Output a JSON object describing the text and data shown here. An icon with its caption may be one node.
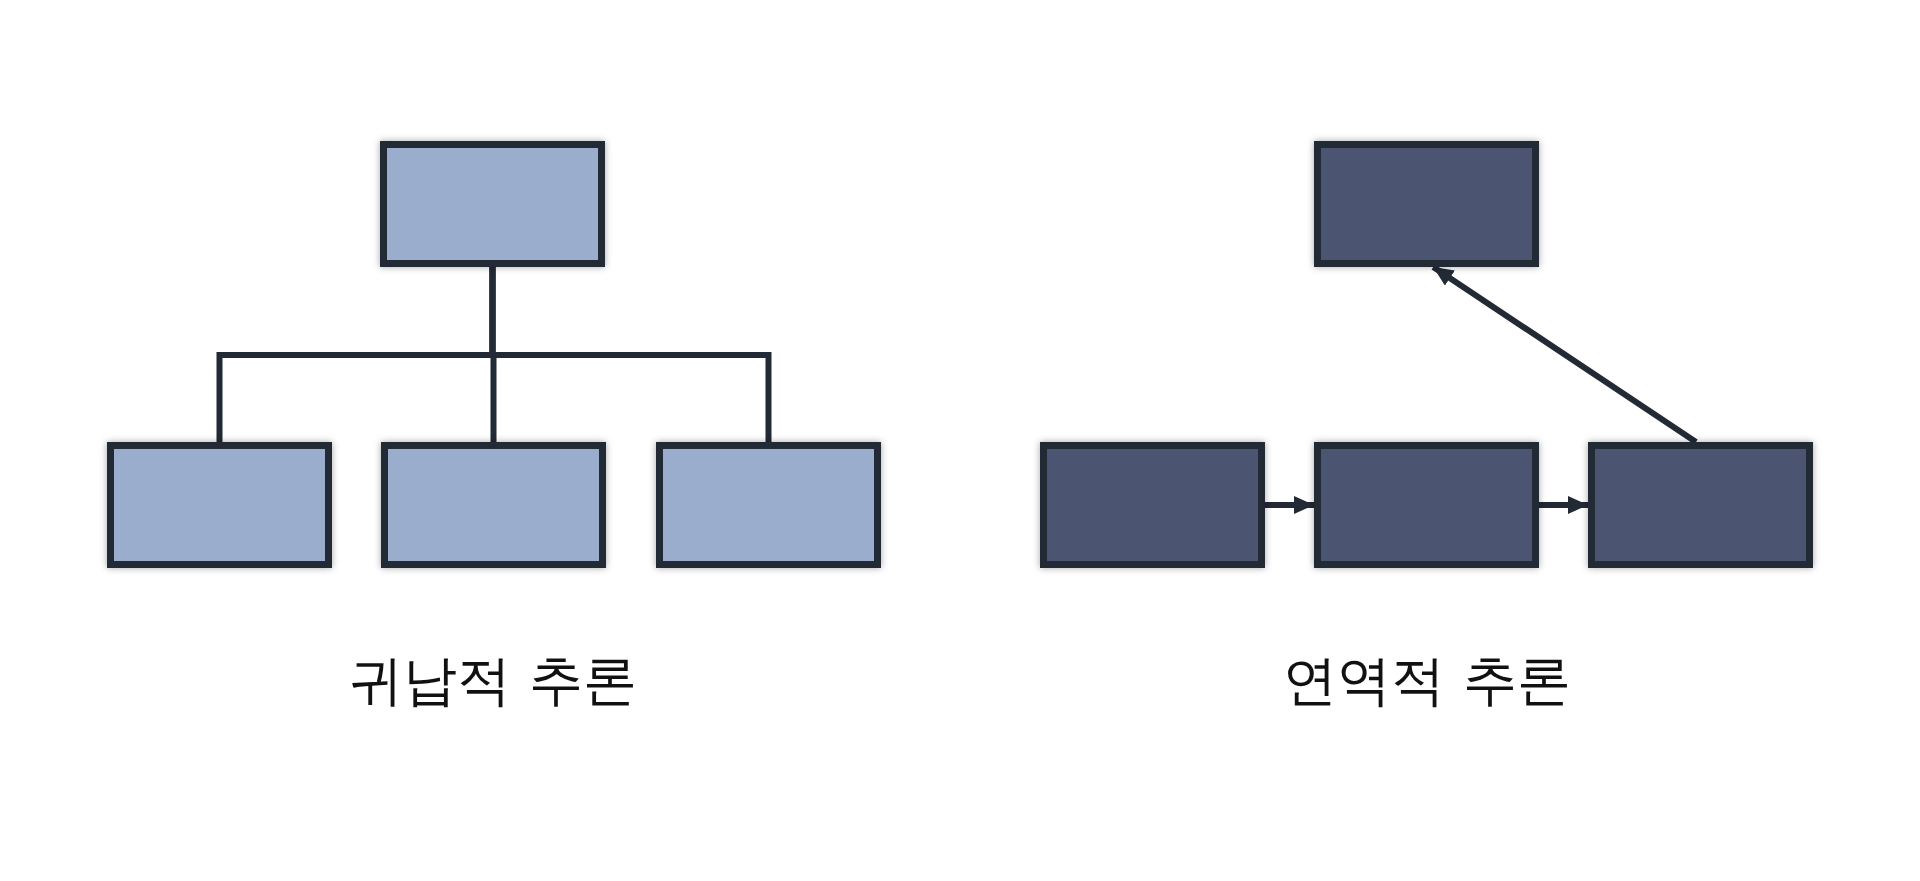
{
  "diagram": {
    "nodes": [
      {
        "text": [],
        "shape": "box"
      },
      {
        "text": [],
        "shape": "box"
      },
      {
        "text": [],
        "shape": "box"
      },
      {
        "text": [],
        "shape": "box"
      },
      {
        "text": [],
        "shape": "box"
      },
      {
        "text": [],
        "shape": "box"
      },
      {
        "text": [],
        "shape": "box"
      },
      {
        "text": [],
        "shape": "box"
      }
    ],
    "edges": [
      {
        "from": 0,
        "to": 1,
        "arrow": "none"
      },
      {
        "from": 0,
        "to": 2,
        "arrow": "none"
      },
      {
        "from": 0,
        "to": 3,
        "arrow": "none"
      },
      {
        "from": 5,
        "to": 6,
        "arrow": "to"
      },
      {
        "from": 6,
        "to": 7,
        "arrow": "to"
      },
      {
        "from": 7,
        "to": 4,
        "arrow": "to"
      }
    ],
    "labels": [
      "귀납적 추론",
      "연역적 추론"
    ]
  }
}
